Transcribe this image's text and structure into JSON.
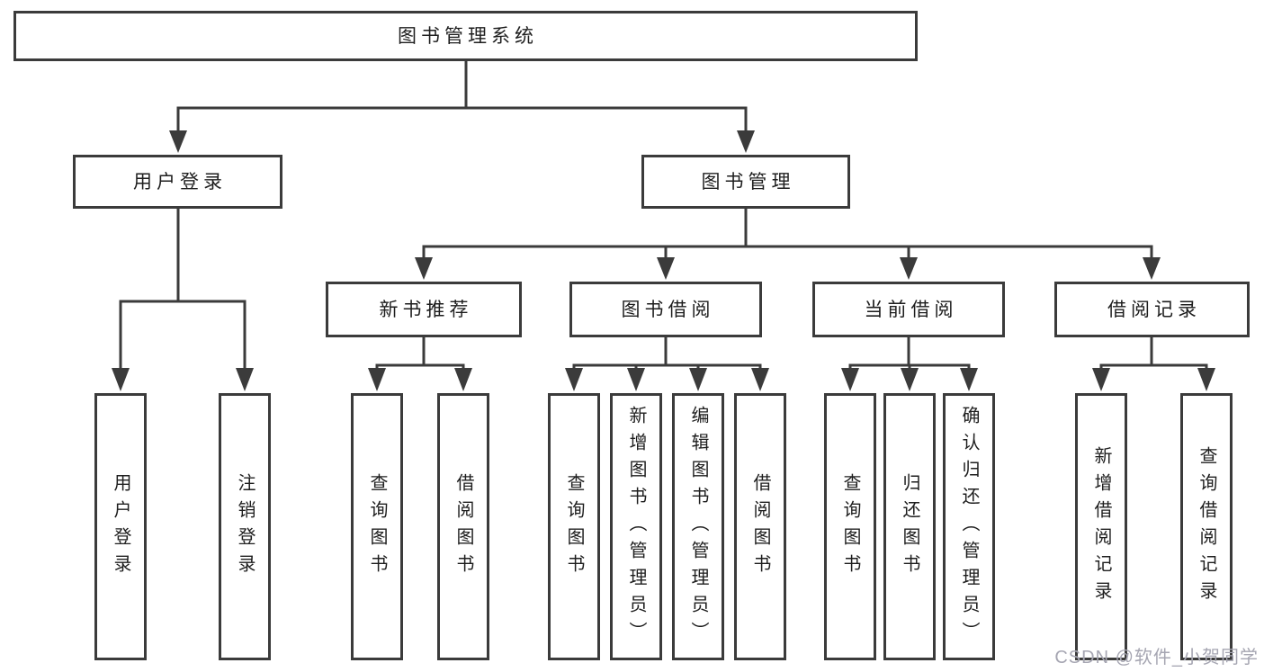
{
  "diagram": {
    "tree": {
      "label": "图书管理系统",
      "children": [
        {
          "label": "用户登录",
          "children": [
            {
              "label": "用户登录"
            },
            {
              "label": "注销登录"
            }
          ]
        },
        {
          "label": "图书管理",
          "children": [
            {
              "label": "新书推荐",
              "children": [
                {
                  "label": "查询图书"
                },
                {
                  "label": "借阅图书"
                }
              ]
            },
            {
              "label": "图书借阅",
              "children": [
                {
                  "label": "查询图书"
                },
                {
                  "label": "新增图书（管理员）"
                },
                {
                  "label": "编辑图书（管理员）"
                },
                {
                  "label": "借阅图书"
                }
              ]
            },
            {
              "label": "当前借阅",
              "children": [
                {
                  "label": "查询图书"
                },
                {
                  "label": "归还图书"
                },
                {
                  "label": "确认归还（管理员）"
                }
              ]
            },
            {
              "label": "借阅记录",
              "children": [
                {
                  "label": "新增借阅记录"
                },
                {
                  "label": "查询借阅记录"
                }
              ]
            }
          ]
        }
      ]
    },
    "colors": {
      "line": "#3b3b3b",
      "box_background": "#ffffff",
      "text": "#1e1e1e",
      "watermark": "#a6a6b2"
    }
  },
  "watermark": {
    "text": "CSDN @软件_小贺同学"
  }
}
